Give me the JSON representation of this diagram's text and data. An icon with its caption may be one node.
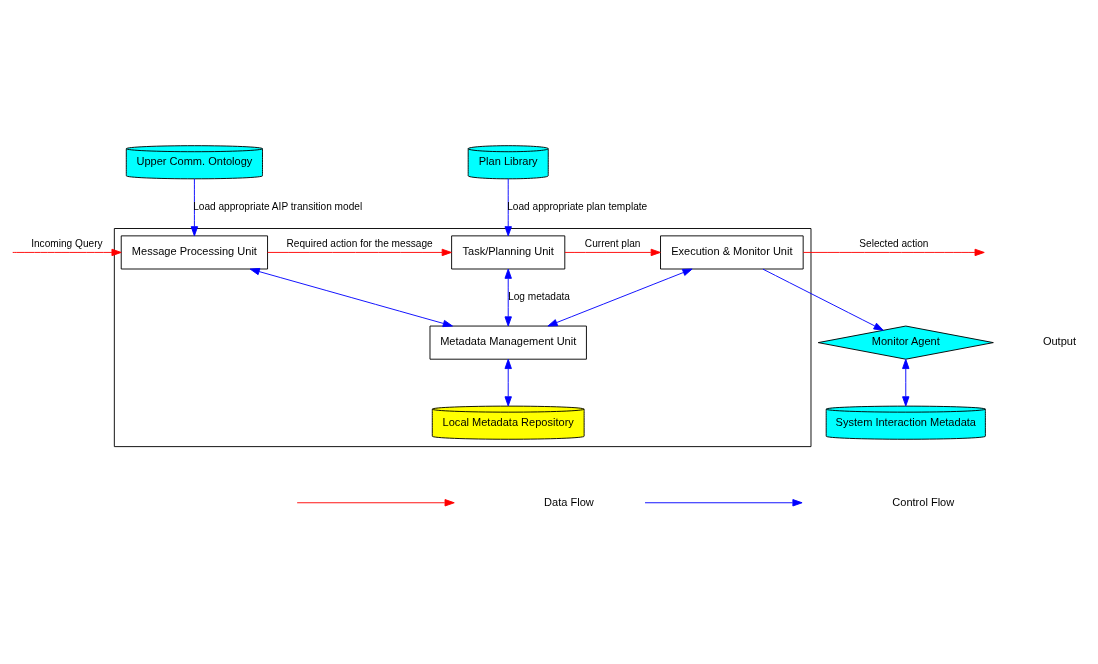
{
  "diagram": {
    "nodes": [
      {
        "text": [],
        "shape": "box"
      },
      {
        "text": [
          "Upper Comm. Ontology"
        ]
      },
      {
        "text": [
          "Plan Library"
        ]
      },
      {
        "text": [
          "Monitor Agent"
        ]
      },
      {
        "text": [
          "System Interaction Metadata"
        ]
      },
      {
        "text": [
          "Message Processing Unit"
        ],
        "in": 0
      },
      {
        "text": [
          "Task/Planning Unit"
        ],
        "in": 0
      },
      {
        "text": [
          "Execution & Monitor Unit"
        ],
        "in": 0
      },
      {
        "text": [
          "Metadata Management Unit"
        ],
        "in": 0
      },
      {
        "text": [
          "Local Metadata Repository"
        ],
        "in": 0
      }
    ],
    "edges": [
      {
        "from": null,
        "to": 5,
        "arrow": "to",
        "label": "Incoming Query",
        "color": "#ff0000"
      },
      {
        "from": 5,
        "to": 6,
        "arrow": "to",
        "label": "Required action for the message",
        "color": "#ff0000"
      },
      {
        "from": 6,
        "to": 7,
        "arrow": "to",
        "label": "Current plan",
        "color": "#ff0000"
      },
      {
        "from": 7,
        "to": null,
        "arrow": "to",
        "label": "Selected action",
        "color": "#ff0000"
      },
      {
        "from": 1,
        "to": 5,
        "arrow": "to",
        "label": "Load appropriate AIP transition model"
      },
      {
        "from": 2,
        "to": 6,
        "arrow": "to",
        "label": "Load appropriate plan template"
      },
      {
        "from": 7,
        "to": 3,
        "arrow": "to"
      },
      {
        "from": 3,
        "to": 4,
        "arrow": "both"
      },
      {
        "from": 5,
        "to": 8,
        "arrow": "both"
      },
      {
        "from": 6,
        "to": 8,
        "arrow": "both",
        "label": "Log metadata"
      },
      {
        "from": 7,
        "to": 8,
        "arrow": "both"
      },
      {
        "from": 8,
        "to": 9,
        "arrow": "both"
      }
    ],
    "labels": [
      "Output"
    ],
    "legend": [
      {
        "text": "Data Flow"
      },
      {
        "text": "Control Flow"
      }
    ]
  }
}
